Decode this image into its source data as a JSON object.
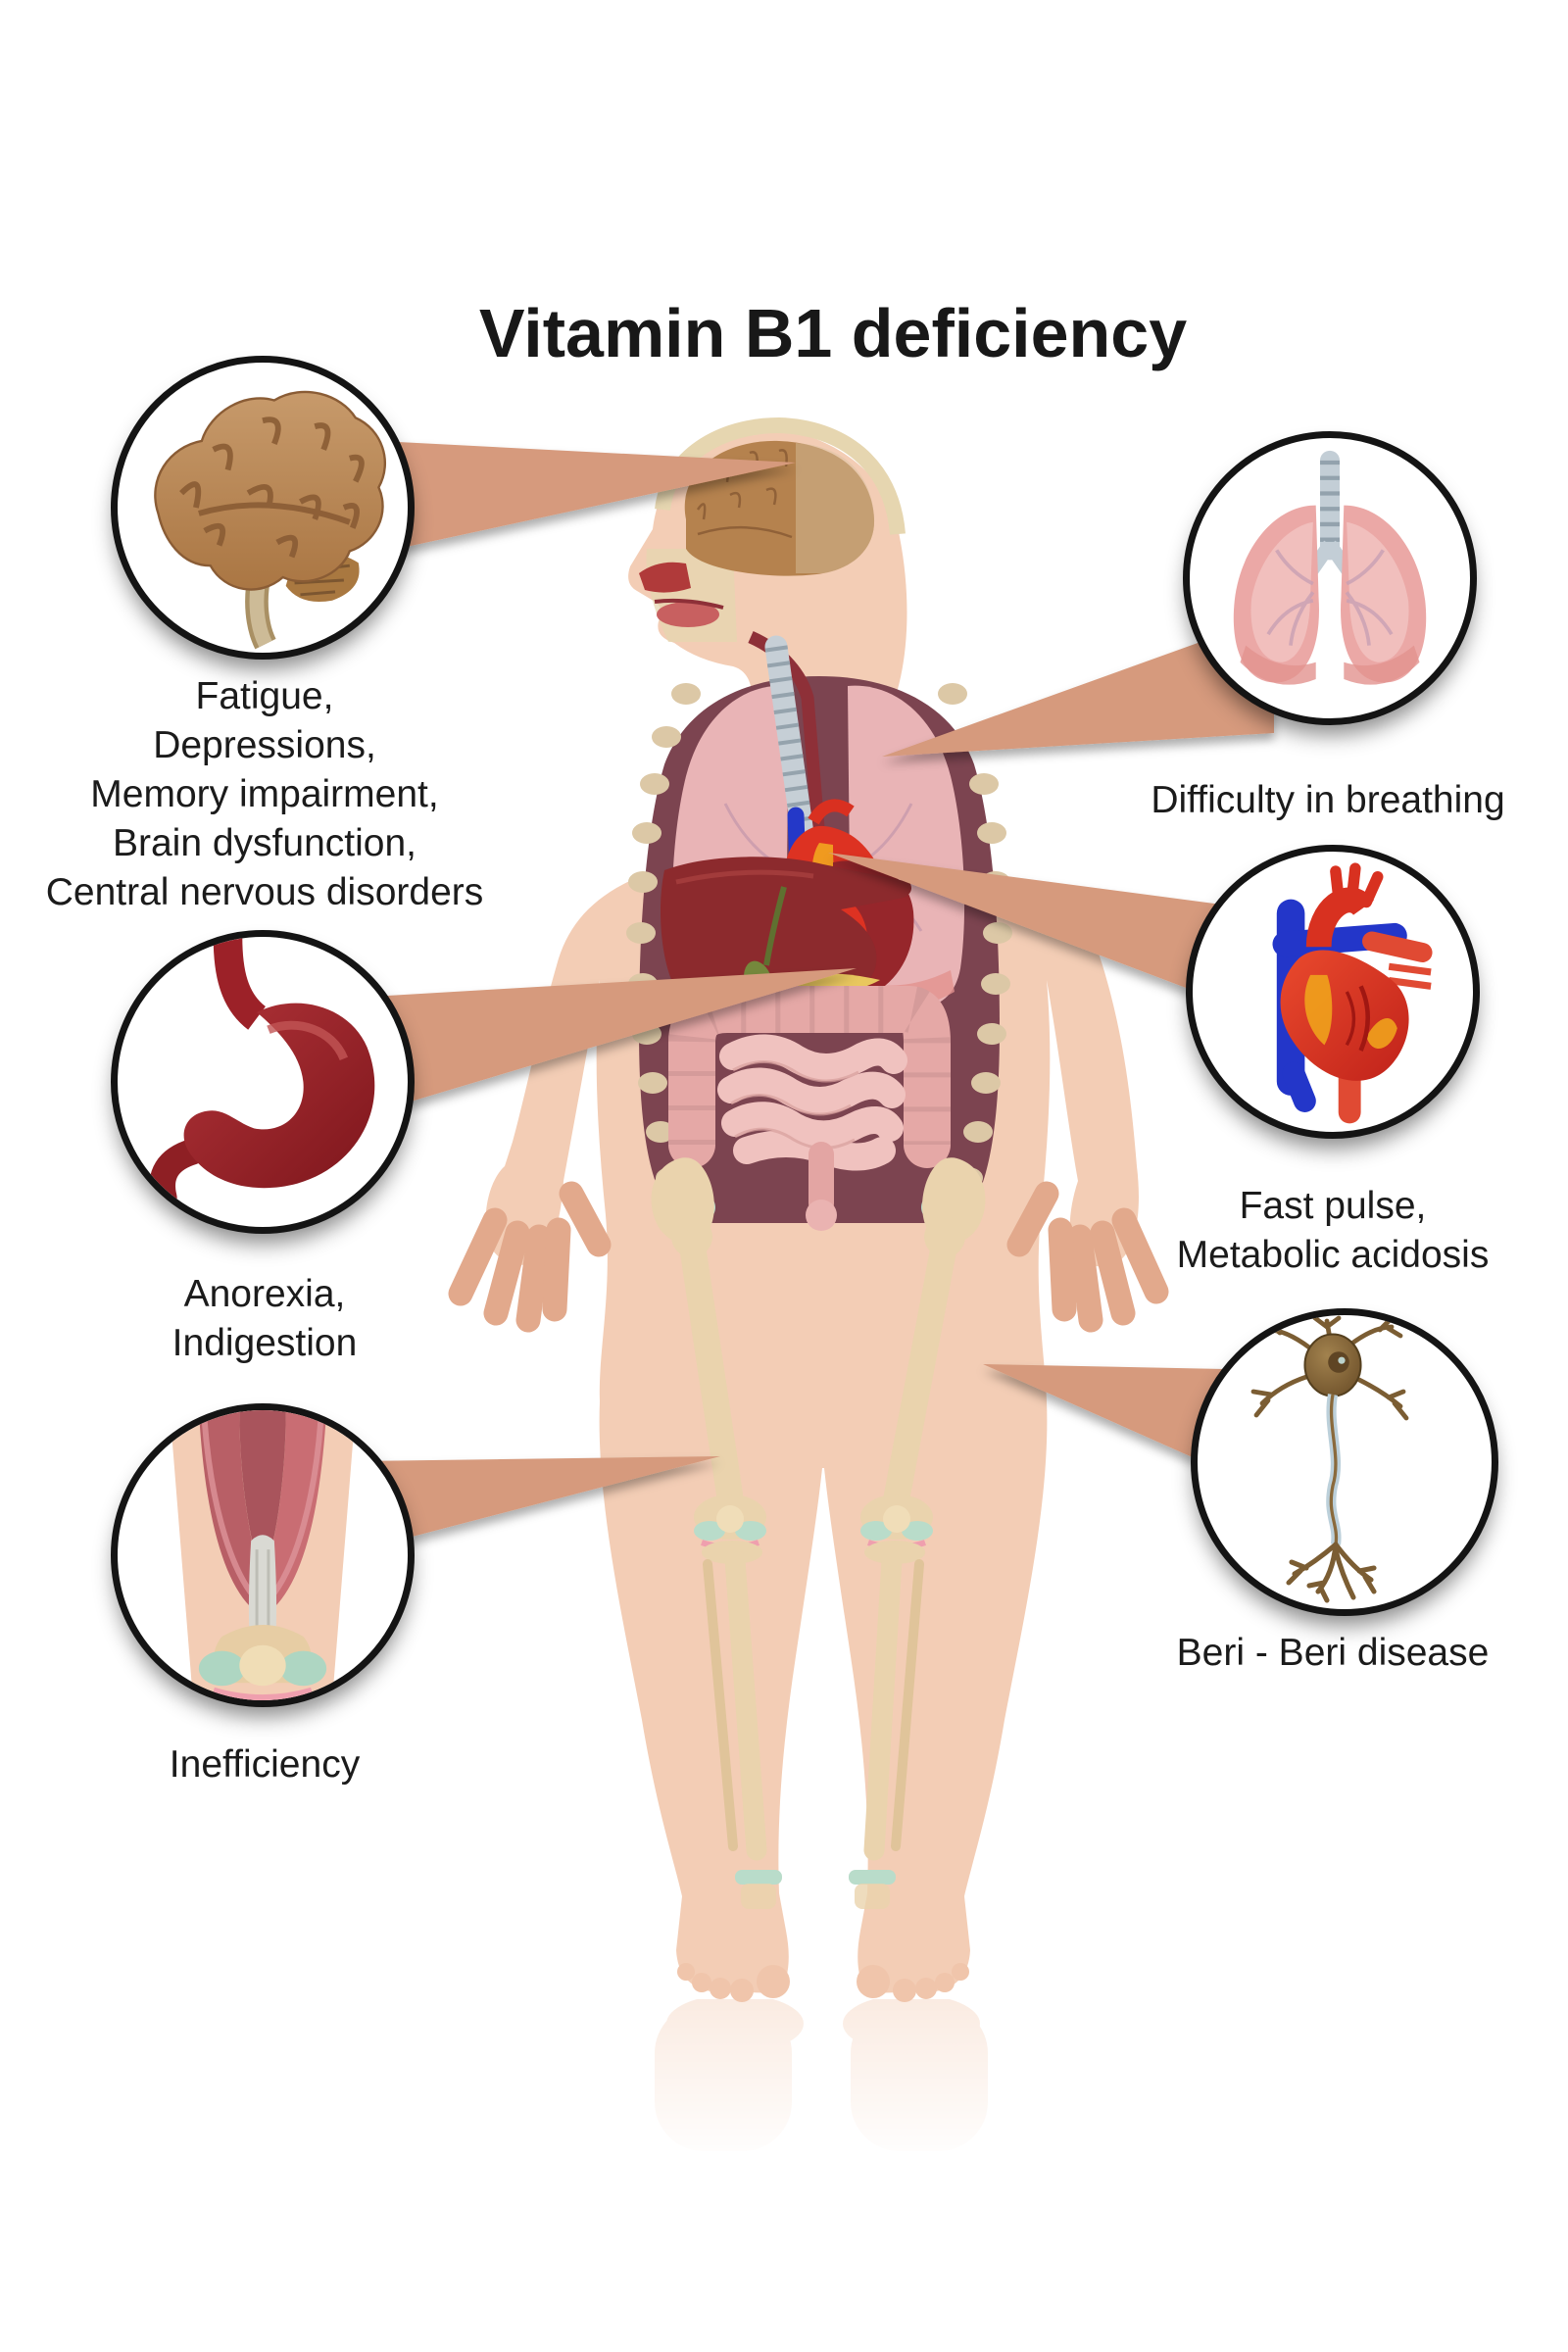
{
  "title": "Vitamin B1 deficiency",
  "figure": {
    "description": "human anatomy figure, anterior view, cutaway showing brain, airway, lungs, heart, liver, stomach, intestines and leg bones"
  },
  "callouts": [
    {
      "id": "brain",
      "organ": "brain",
      "label": "Fatigue,\nDepressions,\nMemory impairment,\nBrain dysfunction,\nCentral nervous disorders"
    },
    {
      "id": "lungs",
      "organ": "lungs",
      "label": "Difficulty in breathing"
    },
    {
      "id": "stomach",
      "organ": "stomach",
      "label": "Anorexia,\nIndigestion"
    },
    {
      "id": "heart",
      "organ": "heart",
      "label": "Fast pulse,\nMetabolic acidosis"
    },
    {
      "id": "knee",
      "organ": "knee muscles and joint",
      "label": "Inefficiency"
    },
    {
      "id": "neuron",
      "organ": "nerve cell",
      "label": "Beri - Beri disease"
    }
  ],
  "colors": {
    "connector": "#d69a7d",
    "skin": "#f3cdb5",
    "circle_border": "#141414",
    "label_text": "#1b1b1b"
  }
}
